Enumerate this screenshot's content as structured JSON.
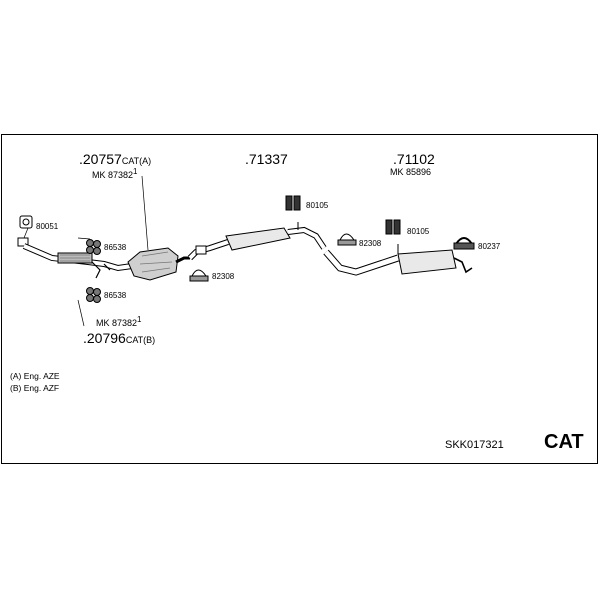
{
  "diagram": {
    "parts": [
      {
        "id": "p1",
        "number": ".20757",
        "suffix": "CAT(A)",
        "mk": "MK 87382",
        "mk_sup": "1"
      },
      {
        "id": "p2",
        "number": ".71337"
      },
      {
        "id": "p3",
        "number": ".71102",
        "mk": "MK 85896"
      },
      {
        "id": "p4",
        "number": ".20796",
        "suffix": "CAT(B)",
        "mk": "MK 87382",
        "mk_sup": "1"
      }
    ],
    "small_parts": {
      "a": "80051",
      "b": "86538",
      "c": "86538",
      "d": "82308",
      "e": "80105",
      "f": "82308",
      "g": "80105",
      "h": "80237"
    },
    "notes": [
      "(A) Eng. AZE",
      "(B) Eng. AZF"
    ],
    "code": "SKK017321",
    "tag": "CAT"
  }
}
